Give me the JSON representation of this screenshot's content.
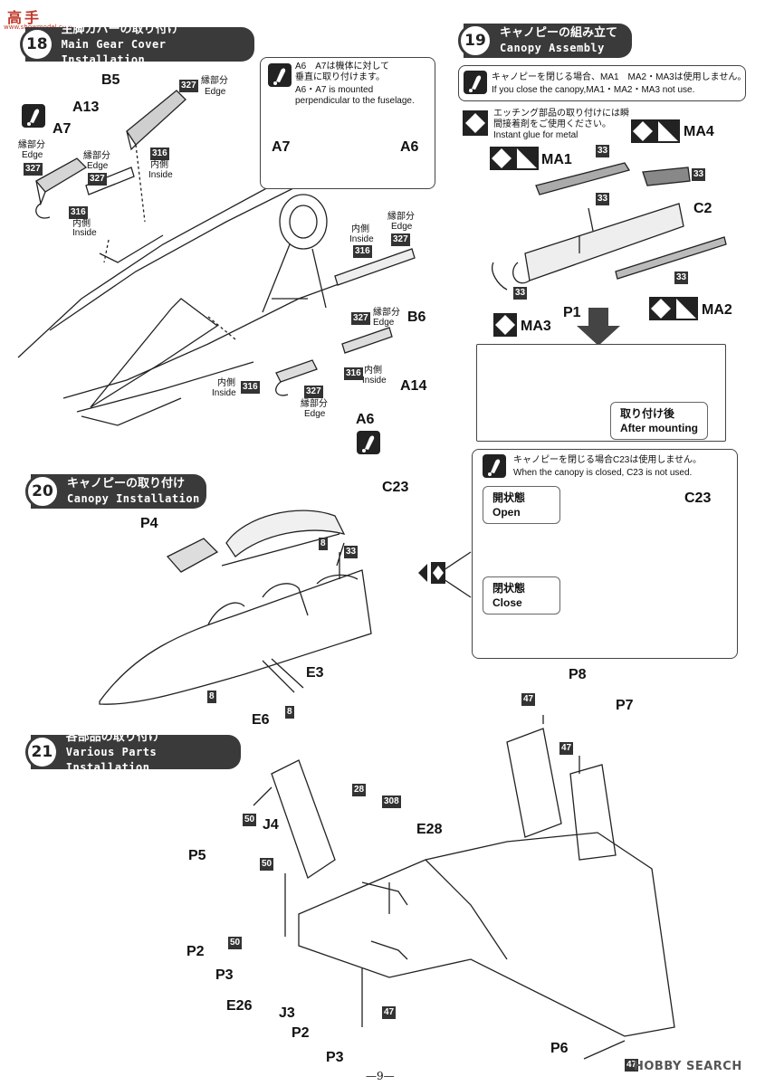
{
  "watermark_top": "高手",
  "watermark_top_sub": "www.showmodel.com",
  "watermark_bottom": "HOBBY SEARCH",
  "page_number": "—9—",
  "step18": {
    "num": "18",
    "title_jp": "主脚カバーの取り付け",
    "title_en": "Main Gear Cover Installation"
  },
  "step19": {
    "num": "19",
    "title_jp": "キャノピーの組み立て",
    "title_en": "Canopy Assembly"
  },
  "step20": {
    "num": "20",
    "title_jp": "キャノピーの取り付け",
    "title_en": "Canopy Installation"
  },
  "step21": {
    "num": "21",
    "title_jp": "各部品の取り付け",
    "title_en": "Various Parts Installation"
  },
  "note18": {
    "jp1": "A6　A7は機体に対して",
    "jp2": "垂直に取り付けます。",
    "en1": "A6・A7 is mounted",
    "en2": "perpendicular to the fuselage."
  },
  "note19a": {
    "jp": "キャノピーを閉じる場合、MA1　MA2・MA3は使用しません。",
    "en": "If you close the canopy,MA1・MA2・MA3 not use."
  },
  "note19b": {
    "jp1": "エッチング部品の取り付けには瞬",
    "jp2": "間接着剤をご使用ください。",
    "en": "Instant glue for metal"
  },
  "after_mounting": {
    "jp": "取り付け後",
    "en": "After mounting"
  },
  "note20": {
    "jp": "キャノピーを閉じる場合C23は使用しません。",
    "en": "When the canopy is closed, C23 is not used."
  },
  "open_state": {
    "jp": "開状態",
    "en": "Open"
  },
  "close_state": {
    "jp": "閉状態",
    "en": "Close"
  },
  "edge": {
    "jp": "縁部分",
    "en": "Edge"
  },
  "inside": {
    "jp": "内側",
    "en": "Inside"
  },
  "parts18": {
    "B5": "B5",
    "A13": "A13",
    "A7": "A7",
    "A6": "A6",
    "B6": "B6",
    "A14": "A14"
  },
  "parts19": {
    "MA1": "MA1",
    "MA2": "MA2",
    "MA3": "MA3",
    "MA4": "MA4",
    "C2": "C2",
    "P1": "P1"
  },
  "parts20": {
    "P4": "P4",
    "C23": "C23",
    "E3": "E3",
    "E6": "E6"
  },
  "parts21": {
    "P8": "P8",
    "P7": "P7",
    "P5": "P5",
    "J4": "J4",
    "E28": "E28",
    "P2": "P2",
    "P3": "P3",
    "E26": "E26",
    "J3": "J3",
    "P6": "P6"
  },
  "colors": {
    "c327": "327",
    "c316": "316",
    "c33": "33",
    "c8": "8",
    "c47": "47",
    "c50": "50",
    "c28": "28",
    "c308": "308"
  }
}
